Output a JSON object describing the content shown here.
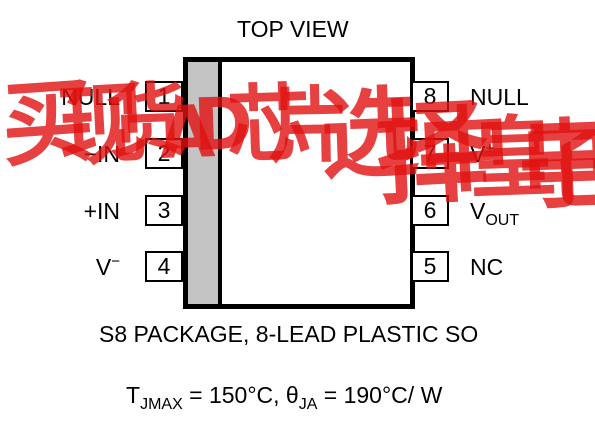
{
  "header": {
    "top_view_label": "TOP VIEW"
  },
  "package": {
    "pins_left": [
      {
        "number": "1",
        "name": "NULL"
      },
      {
        "number": "2",
        "name": "−IN"
      },
      {
        "number": "3",
        "name": "+IN"
      },
      {
        "number": "4",
        "name": "V",
        "superscript": "−"
      }
    ],
    "pins_right": [
      {
        "number": "8",
        "name": "NULL"
      },
      {
        "number": "7",
        "name": "V",
        "superscript": "+"
      },
      {
        "number": "6",
        "name": "V",
        "subscript": "OUT"
      },
      {
        "number": "5",
        "name": "NC"
      }
    ],
    "body_color": "#ffffff",
    "pin1_stripe_color": "#c4c4c4",
    "outline_color": "#000000"
  },
  "caption": {
    "package_label": "S8 PACKAGE, 8-LEAD PLASTIC SO",
    "thermal": {
      "tj_symbol": "T",
      "tj_sub": "JMAX",
      "tj_value": " = 150°C, ",
      "theta_symbol": "θ",
      "theta_sub": "JA",
      "theta_value": " = 190°C/ W"
    }
  },
  "watermark": {
    "text": "买现货AD芯片选择中皇电子",
    "color": "#e01010"
  }
}
